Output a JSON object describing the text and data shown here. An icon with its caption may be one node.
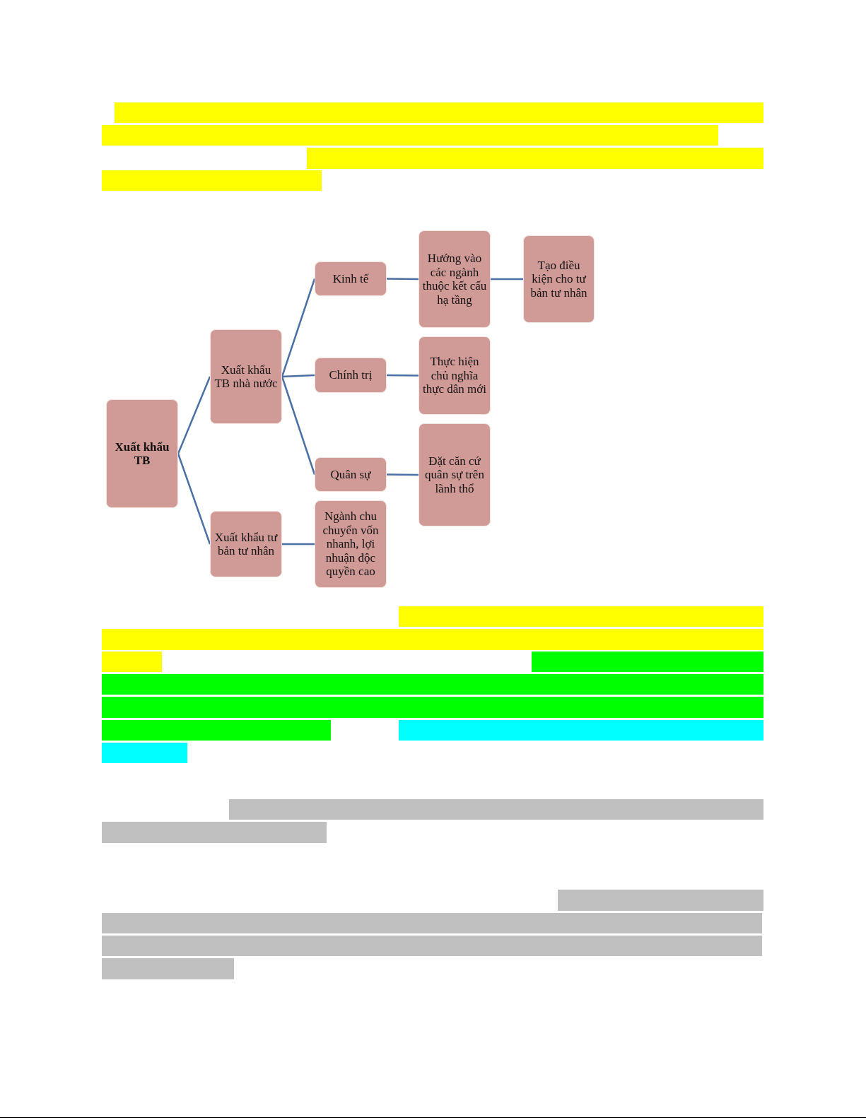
{
  "diagram": {
    "nodes": [
      {
        "text": [
          "Xuất khẩu TB"
        ]
      },
      {
        "text": [
          "Xuất khẩu TB nhà nước"
        ]
      },
      {
        "text": [
          "Kinh tế"
        ]
      },
      {
        "text": [
          "Hướng vào các ngành thuộc kết cấu hạ tầng"
        ]
      },
      {
        "text": [
          "Tạo điều kiện cho tư bản tư nhân"
        ]
      },
      {
        "text": [
          "Chính trị"
        ]
      },
      {
        "text": [
          "Thực hiện chủ nghĩa thực dân mới"
        ]
      },
      {
        "text": [
          "Quân sự"
        ]
      },
      {
        "text": [
          "Đặt căn cứ quân sự trên lãnh thổ"
        ]
      },
      {
        "text": [
          "Xuất khẩu tư bản tư nhân"
        ]
      },
      {
        "text": [
          "Ngành chu chuyển vốn nhanh, lợi nhuận độc quyền cao"
        ]
      }
    ],
    "edges": [
      {
        "from": 0,
        "to": 1,
        "arrow": "none"
      },
      {
        "from": 0,
        "to": 9,
        "arrow": "none"
      },
      {
        "from": 1,
        "to": 2,
        "arrow": "none"
      },
      {
        "from": 1,
        "to": 5,
        "arrow": "none"
      },
      {
        "from": 1,
        "to": 7,
        "arrow": "none"
      },
      {
        "from": 2,
        "to": 3,
        "arrow": "none"
      },
      {
        "from": 3,
        "to": 4,
        "arrow": "none"
      },
      {
        "from": 5,
        "to": 6,
        "arrow": "none"
      },
      {
        "from": 7,
        "to": 8,
        "arrow": "none"
      },
      {
        "from": 9,
        "to": 10,
        "arrow": "none"
      }
    ]
  }
}
